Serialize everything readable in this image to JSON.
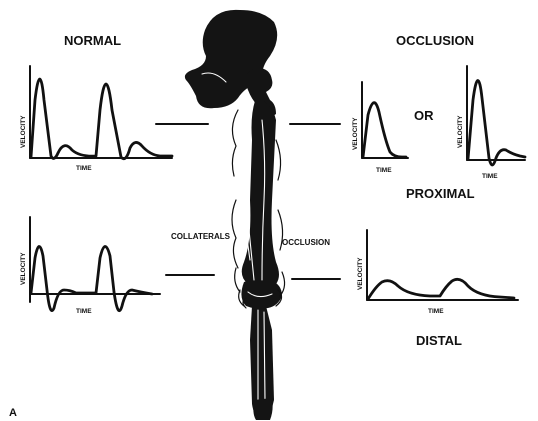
{
  "labels": {
    "normal": "NORMAL",
    "occlusion_title": "OCCLUSION",
    "or": "OR",
    "proximal": "PROXIMAL",
    "distal": "DISTAL",
    "collaterals": "COLLATERALS",
    "occlusion_site": "OCCLUSION",
    "panel": "A",
    "y_axis": "VELOCITY",
    "x_axis": "TIME"
  },
  "colors": {
    "ink": "#111111",
    "background": "#ffffff"
  }
}
